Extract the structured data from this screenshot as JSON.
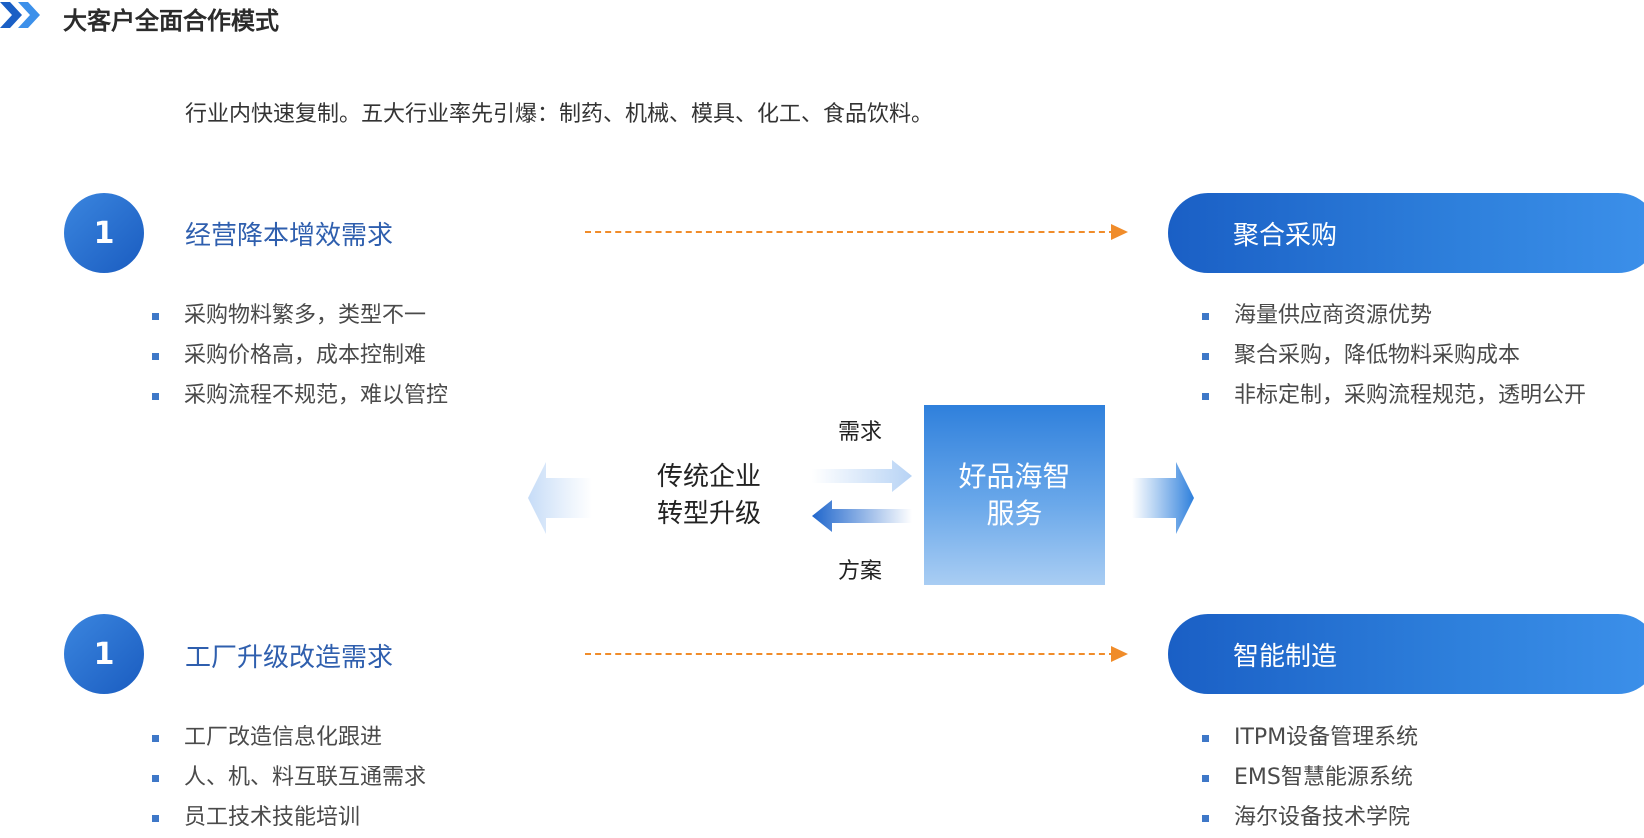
{
  "header": {
    "title": "大客户全面合作模式",
    "subtitle": "行业内快速复制。五大行业率先引爆：制药、机械、模具、化工、食品饮料。"
  },
  "colors": {
    "primary_blue": "#1a5fc5",
    "accent_orange": "#f08c2a",
    "title_blue": "#2f5fae",
    "bullet_blue": "#3e78c8"
  },
  "rows": [
    {
      "number": "1",
      "need_title": "经营降本增效需求",
      "need_items": [
        "采购物料繁多，类型不一",
        "采购价格高，成本控制难",
        "采购流程不规范，难以管控"
      ],
      "solution_title": "聚合采购",
      "solution_items": [
        "海量供应商资源优势",
        "聚合采购，降低物料采购成本",
        "非标定制，采购流程规范，透明公开"
      ]
    },
    {
      "number": "1",
      "need_title": "工厂升级改造需求",
      "need_items": [
        "工厂改造信息化跟进",
        "人、机、料互联互通需求",
        "员工技术技能培训"
      ],
      "solution_title": "智能制造",
      "solution_items": [
        "ITPM设备管理系统",
        "EMS智慧能源系统",
        "海尔设备技术学院"
      ]
    }
  ],
  "center": {
    "enterprise_line1": "传统企业",
    "enterprise_line2": "转型升级",
    "demand_label": "需求",
    "solution_label": "方案",
    "service_line1": "好品海智",
    "service_line2": "服务"
  },
  "icons": {
    "header": "double-chevron-right-icon",
    "flow_arrows": "arrow-icon"
  }
}
